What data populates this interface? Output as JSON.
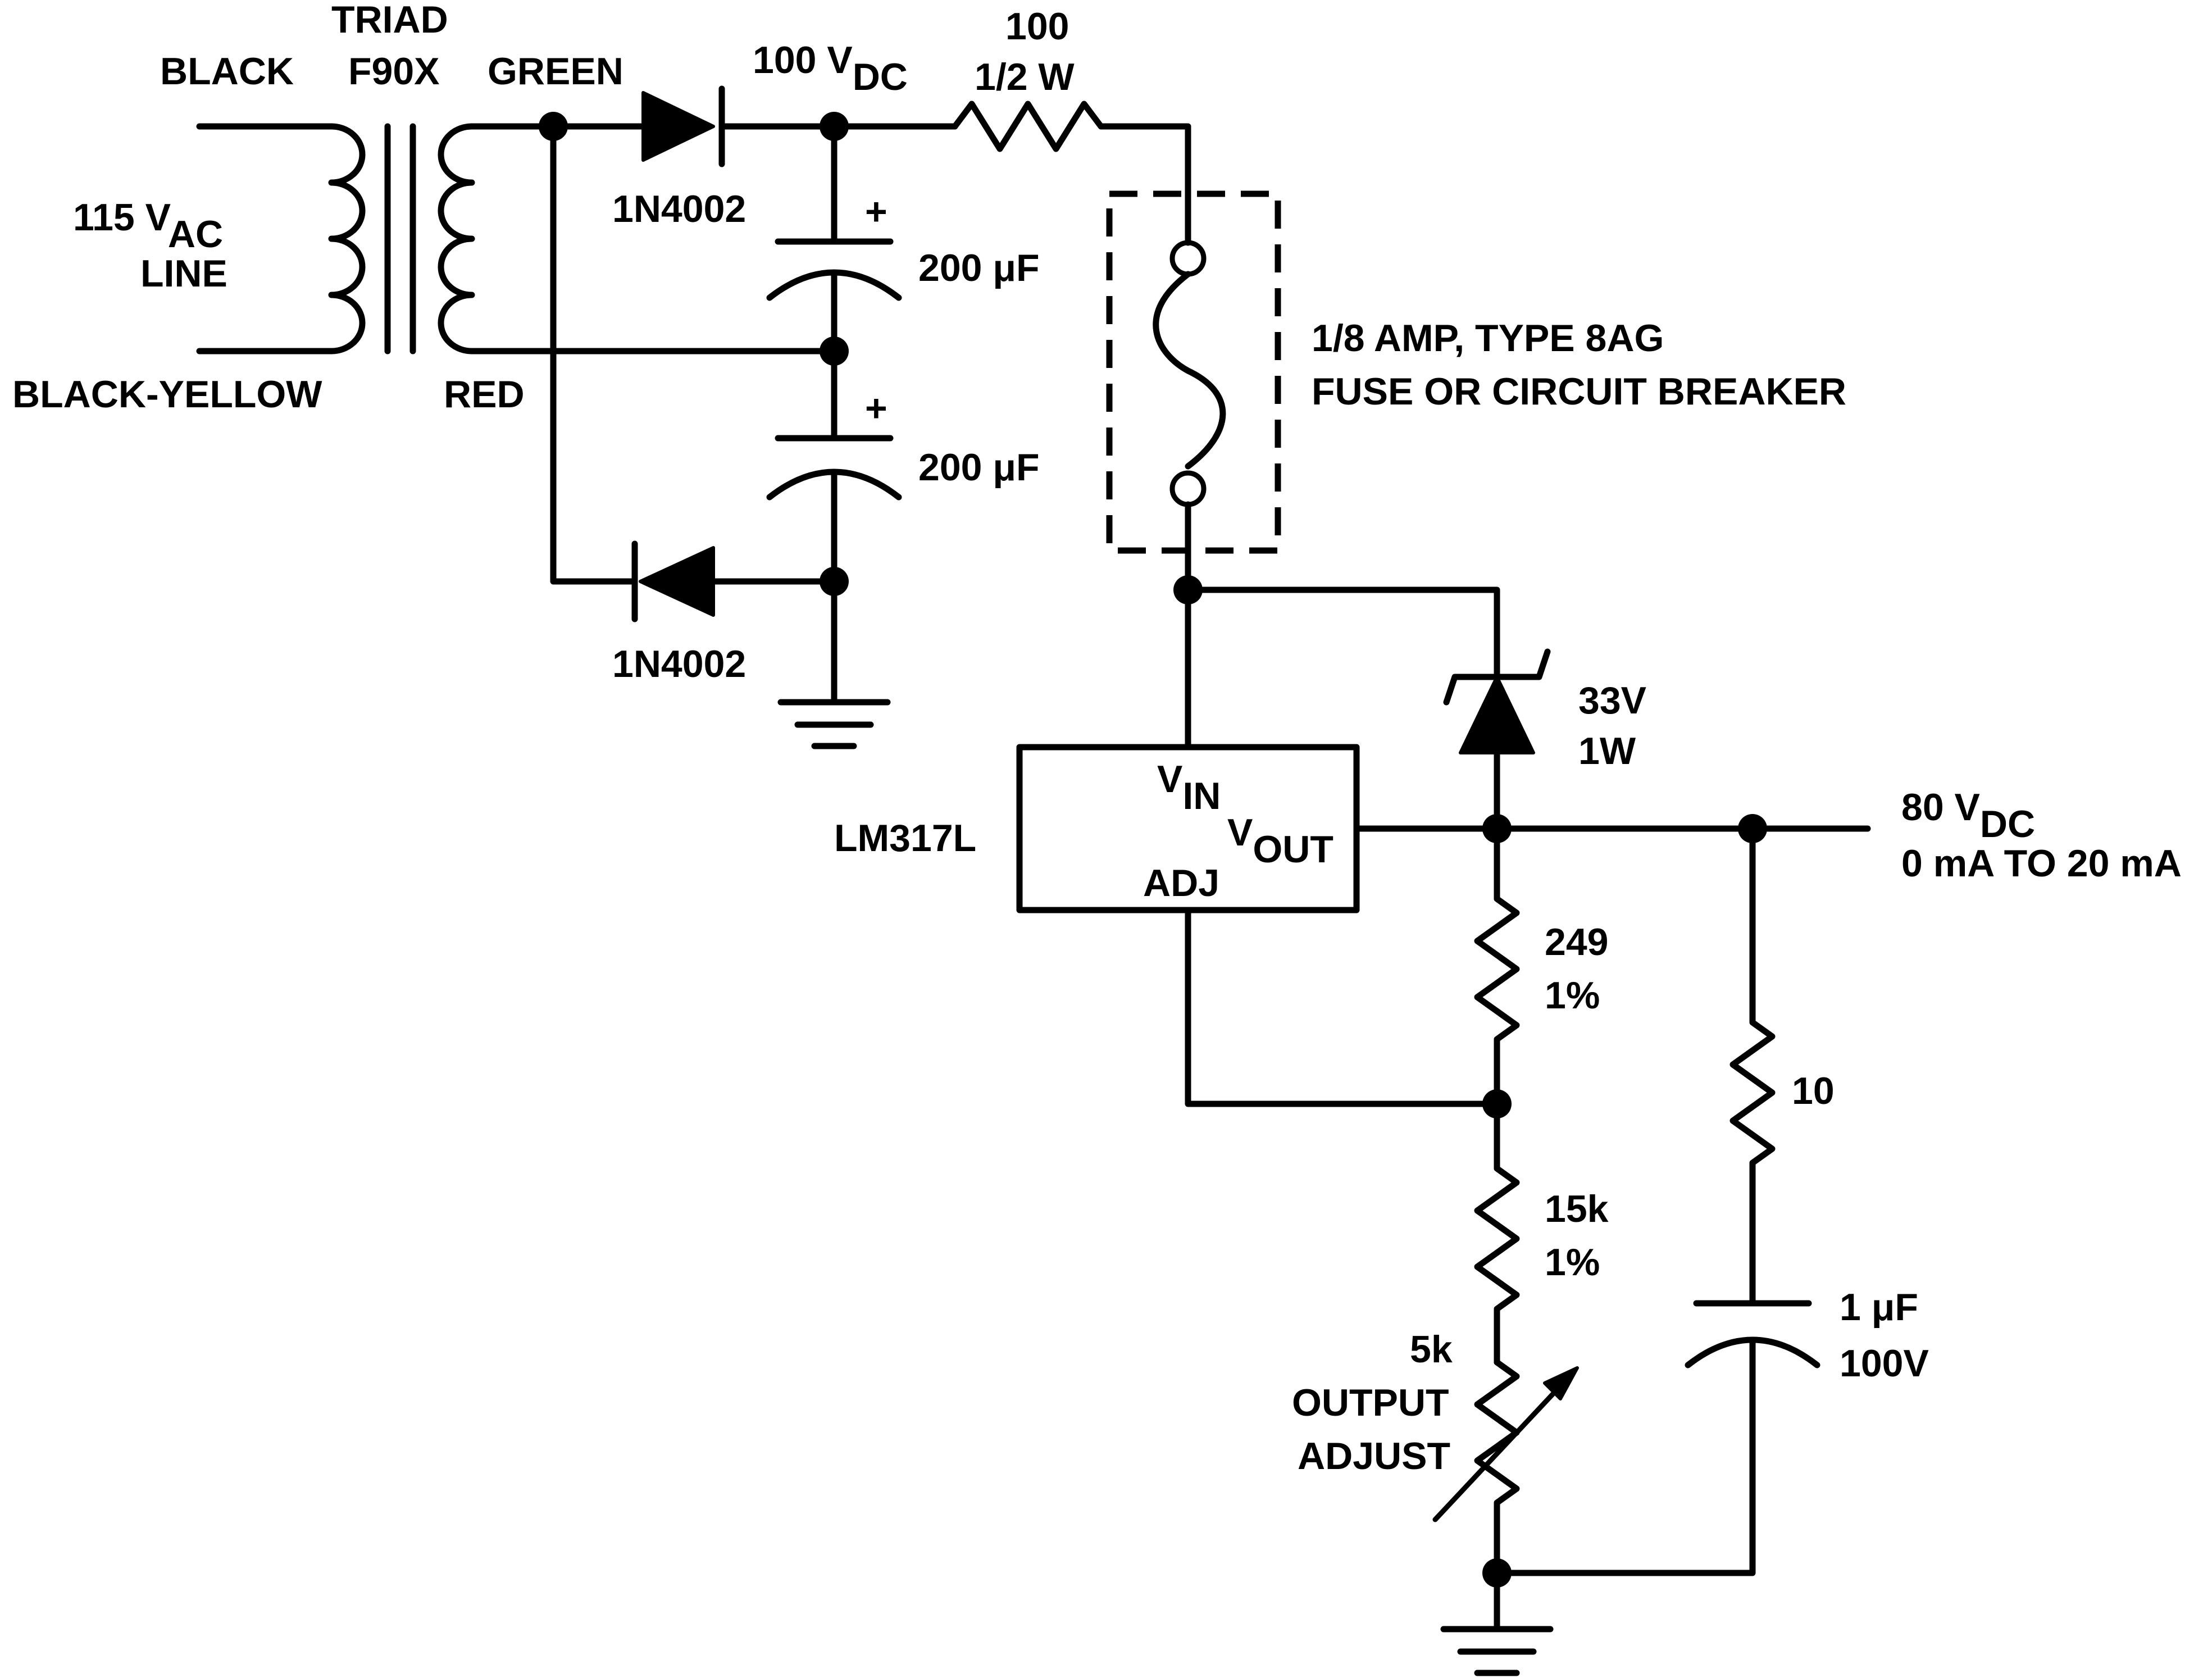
{
  "transformer": {
    "name_line1": "TRIAD",
    "name_line2": "F90X",
    "primary_top_wire": "BLACK",
    "primary_bottom_wire": "BLACK-YELLOW",
    "secondary_top_wire": "GREEN",
    "secondary_bottom_wire": "RED"
  },
  "line_input": {
    "voltage_main": "115 V",
    "voltage_sub": "AC",
    "line_label": "LINE"
  },
  "rectifier": {
    "diode_top_label": "1N4002",
    "diode_bottom_label": "1N4002",
    "output_main": "100 V",
    "output_sub": "DC",
    "cap_top_value": "200 μF",
    "cap_bottom_value": "200 μF",
    "cap_polarity": "+"
  },
  "series_resistor": {
    "value": "100",
    "rating": "1/2 W"
  },
  "fuse": {
    "line1": "1/8 AMP, TYPE 8AG",
    "line2": "FUSE OR CIRCUIT BREAKER"
  },
  "zener": {
    "voltage": "33V",
    "power": "1W"
  },
  "regulator": {
    "part": "LM317L",
    "vin_main": "V",
    "vin_sub": "IN",
    "vout_main": "V",
    "vout_sub": "OUT",
    "adj": "ADJ"
  },
  "output": {
    "voltage_main": "80 V",
    "voltage_sub": "DC",
    "current_range": "0 mA TO 20 mA"
  },
  "r249": {
    "value": "249",
    "tolerance": "1%"
  },
  "r15k": {
    "value": "15k",
    "tolerance": "1%"
  },
  "pot": {
    "value": "5k",
    "label_line1": "OUTPUT",
    "label_line2": "ADJUST"
  },
  "r10": {
    "value": "10"
  },
  "c1": {
    "value": "1 μF",
    "rating": "100V"
  }
}
